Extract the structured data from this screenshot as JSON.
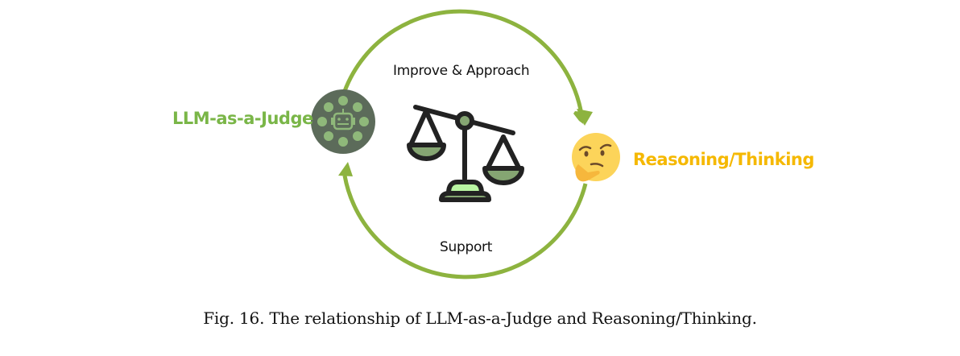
{
  "diagram": {
    "left_node": {
      "label": "LLM-as-a-Judge",
      "icon": "robot-judge-icon",
      "color": "#7ab648"
    },
    "right_node": {
      "label": "Reasoning/Thinking",
      "icon": "thinking-face-icon",
      "color": "#f5b800"
    },
    "center_icon": "balance-scale-icon",
    "top_arrow": {
      "label": "Improve & Approach",
      "from": "LLM-as-a-Judge",
      "to": "Reasoning/Thinking"
    },
    "bottom_arrow": {
      "label": "Support",
      "from": "Reasoning/Thinking",
      "to": "LLM-as-a-Judge"
    },
    "arrow_color": "#8db33f"
  },
  "caption": "Fig. 16.  The relationship of LLM-as-a-Judge and Reasoning/Thinking."
}
